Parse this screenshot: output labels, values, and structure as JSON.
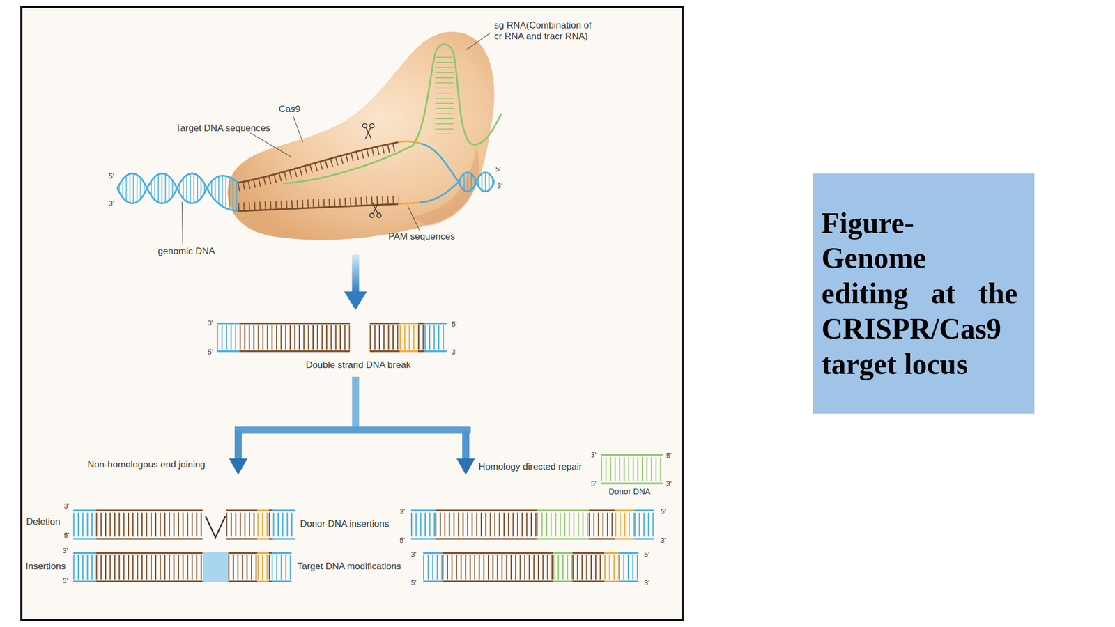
{
  "diagram": {
    "nodes": [
      {
        "text": [
          "Figure- Genome editing at the CRISPR/Cas9 target locus"
        ]
      }
    ],
    "labels": [
      "sg RNA(Combination of cr RNA and tracr RNA)",
      "Cas9",
      "Target DNA sequences",
      "5'",
      "3'",
      "5'",
      "3'",
      "genomic DNA",
      "PAM sequences",
      "3'",
      "5'",
      "5'",
      "3'",
      "Double strand DNA break",
      "Non-homologous end joining",
      "Homology directed repair",
      "3'",
      "5'",
      "5'",
      "3'",
      "Donor DNA",
      "3'",
      "Deletion",
      "5'",
      "3'",
      "Insertions",
      "5'",
      "Donor DNA insertions",
      "Target DNA modifications",
      "3'",
      "5'",
      "5'",
      "3'",
      "3'",
      "5'",
      "5'",
      "3'"
    ]
  }
}
